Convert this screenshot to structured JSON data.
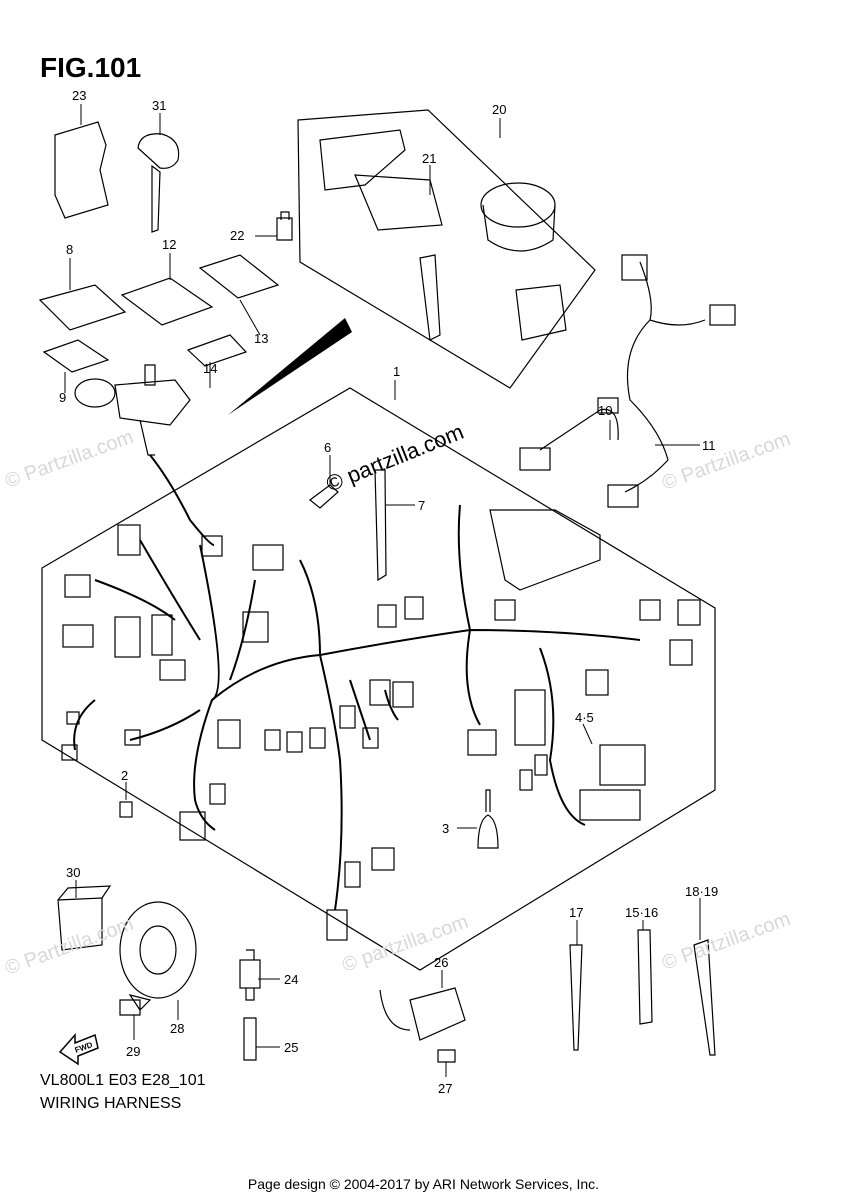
{
  "figure": {
    "title": "FIG.101",
    "model_code": "VL800L1 E03 E28_101",
    "caption": "WIRING HARNESS"
  },
  "callouts": [
    "23",
    "31",
    "20",
    "21",
    "22",
    "8",
    "12",
    "13",
    "14",
    "9",
    "1",
    "10",
    "11",
    "6",
    "7",
    "4·5",
    "2",
    "3",
    "30",
    "24",
    "25",
    "28",
    "29",
    "26",
    "27",
    "17",
    "15·16",
    "18·19"
  ],
  "watermarks": {
    "center": "© partzilla.com",
    "side": "© Partzilla.com"
  },
  "fwd_label": "FWD",
  "credit": "Page design © 2004-2017 by ARI Network Services, Inc.",
  "colors": {
    "line": "#000000",
    "watermark": "#d8d8d8",
    "background": "#ffffff"
  }
}
